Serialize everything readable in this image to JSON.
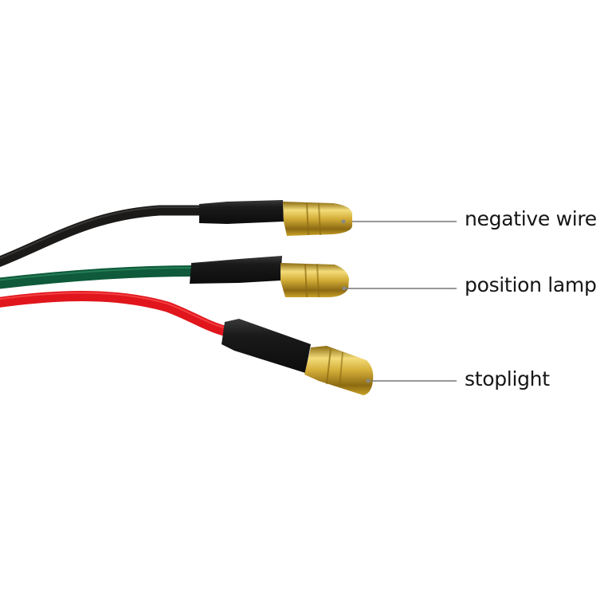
{
  "image": {
    "subject": "three-wire harness with gold bullet connectors and heat-shrink tubing",
    "background_color": "#ffffff"
  },
  "wires": [
    {
      "id": "negative",
      "color": "#1c1a18",
      "label": "negative wire"
    },
    {
      "id": "position",
      "color": "#0e5a3a",
      "label": "position lamp"
    },
    {
      "id": "stoplight",
      "color": "#e0161c",
      "label": "stoplight"
    }
  ],
  "colors": {
    "heat_shrink": "#151515",
    "connector_gold": "#c9a227",
    "connector_highlight": "#f3dc7a",
    "leader_line": "#777777",
    "label_text": "#151515"
  },
  "labels": {
    "negative_wire": "negative wire",
    "position_lamp": "position lamp",
    "stoplight": "stoplight"
  }
}
